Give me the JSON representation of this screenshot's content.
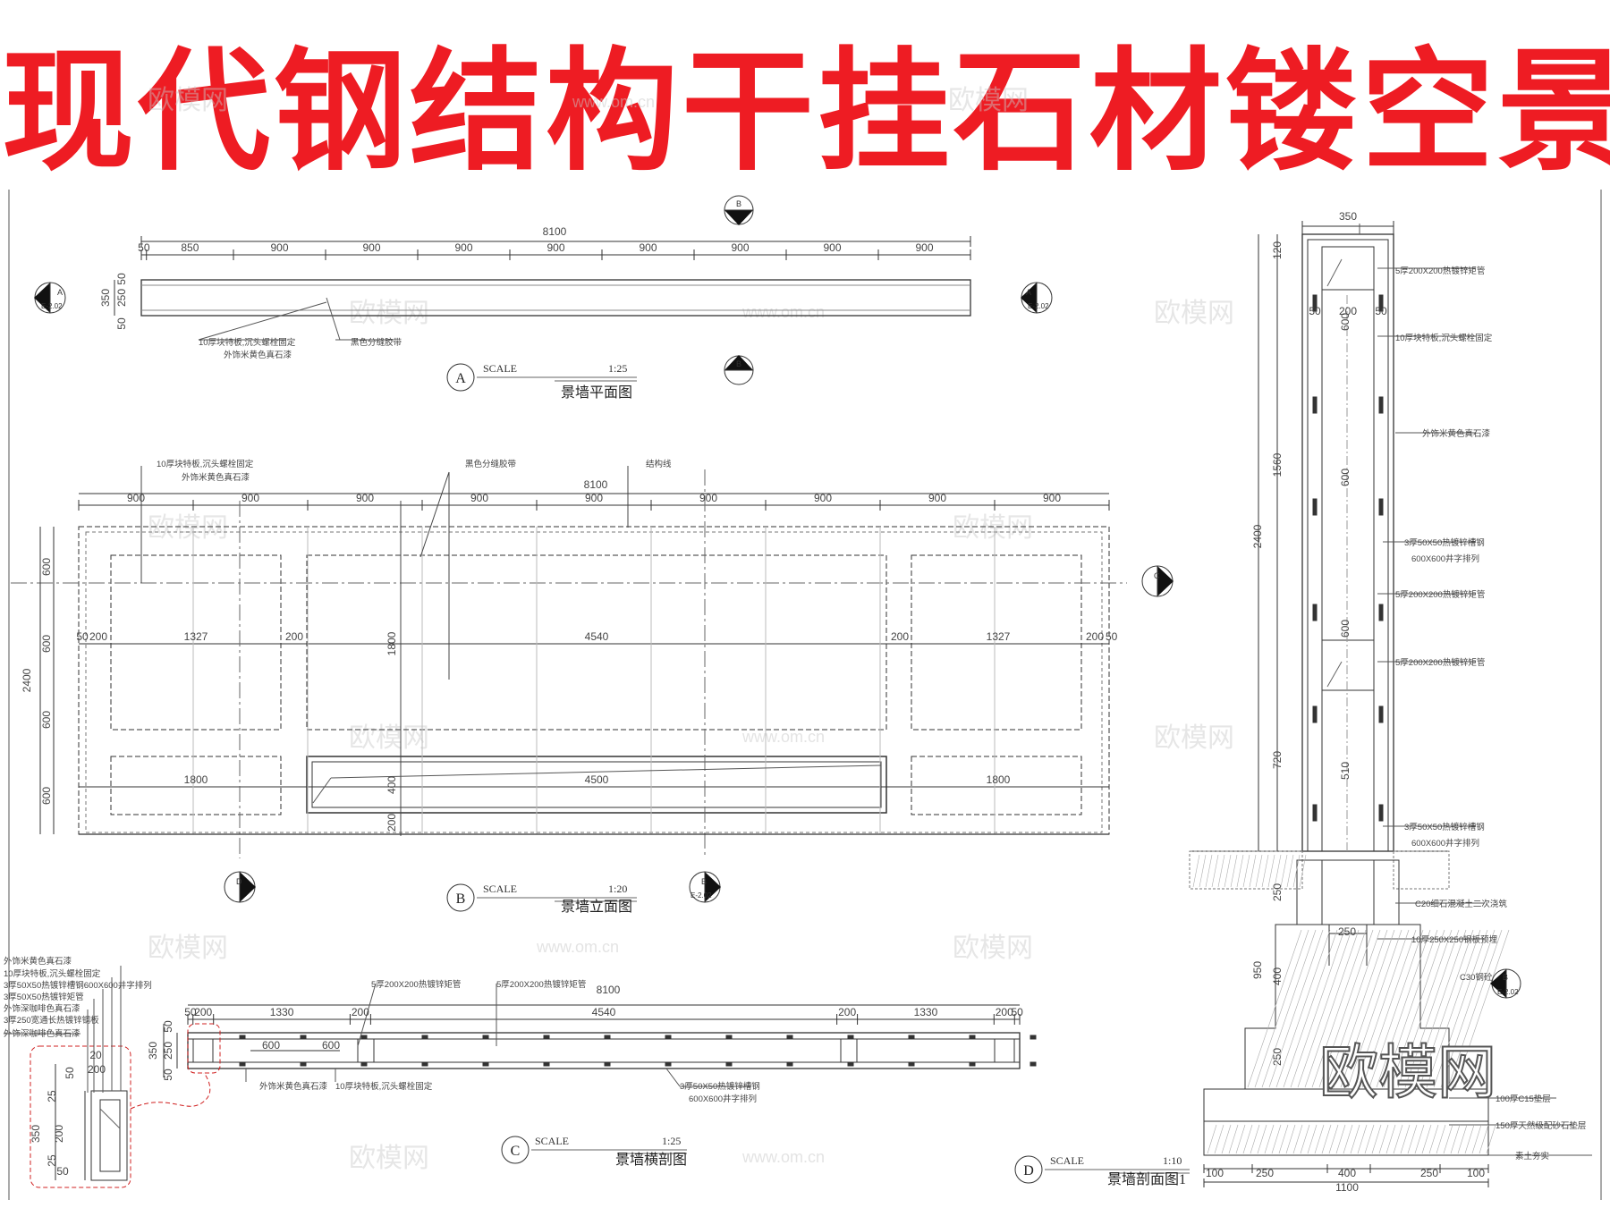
{
  "title": "现代钢结构干挂石材镂空景墙",
  "colors": {
    "title": "#ee1c23",
    "line": "#333333",
    "callout": "#d02020"
  },
  "plan_a": {
    "overall": "8100",
    "segments": [
      "50",
      "850",
      "900",
      "900",
      "900",
      "900",
      "900",
      "900",
      "900",
      "900"
    ],
    "left_dims": [
      "50",
      "350",
      "250",
      "50"
    ],
    "labels": [
      "10厚块特板,沉头螺栓固定",
      "外饰米黄色真石漆",
      "黑色分缝胶带"
    ],
    "caption_letter": "A",
    "scale_word": "SCALE",
    "scale": "1:25",
    "caption": "景墙平面图",
    "section_mark": "A",
    "section_ref": "E-2.02",
    "marker_b": "B"
  },
  "elevation_b": {
    "overall": "8100",
    "segments": [
      "900",
      "900",
      "900",
      "900",
      "900",
      "900",
      "900",
      "900",
      "900"
    ],
    "labels": [
      "10厚块特板,沉头螺栓固定",
      "外饰米黄色真石漆",
      "黑色分缝胶带",
      "结构线"
    ],
    "height_total": "2400",
    "height_parts": [
      "600",
      "600",
      "600",
      "600"
    ],
    "mid_dims": [
      "50",
      "200",
      "1327",
      "200",
      "1800",
      "4540",
      "200",
      "1327",
      "200",
      "50"
    ],
    "lower_dims": [
      "1800",
      "4500",
      "1800",
      "400",
      "200"
    ],
    "caption_letter": "B",
    "scale_word": "SCALE",
    "scale": "1:20",
    "caption": "景墙立面图",
    "marker_c": "C",
    "marker_d": "D",
    "marker_b": "B",
    "marker_ref": "E-2.02"
  },
  "section_c": {
    "overall": "8100",
    "segments": [
      "50",
      "200",
      "1330",
      "200",
      "4540",
      "200",
      "1330",
      "200",
      "50"
    ],
    "left_dims": [
      "50",
      "350",
      "250",
      "50"
    ],
    "inner_dims": [
      "600",
      "600"
    ],
    "labels_top": [
      "5厚200X200热镀锌矩管",
      "5厚200X200热镀锌矩管"
    ],
    "labels_bottom": [
      "外饰米黄色真石漆",
      "10厚块特板,沉头螺栓固定",
      "3厚50X50热镀锌槽钢",
      "600X600井字排列"
    ],
    "detail_labels": [
      "外饰米黄色真石漆",
      "10厚块特板,沉头螺栓固定",
      "3厚50X50热镀锌槽钢600X600井字排列",
      "3厚50X50热镀锌矩管",
      "外饰深咖啡色真石漆",
      "3厚250宽通长热镀锌钢板",
      "外饰深咖啡色真石漆"
    ],
    "detail_dims": [
      "50",
      "20",
      "200",
      "25",
      "350",
      "200",
      "25",
      "50"
    ],
    "caption_letter": "C",
    "scale_word": "SCALE",
    "scale": "1:25",
    "caption": "景墙横剖图"
  },
  "section_d": {
    "top_dim": "350",
    "inner_dims": [
      "50",
      "200",
      "50"
    ],
    "left_dims": [
      "120",
      "1560",
      "2400",
      "720",
      "950",
      "400",
      "250",
      "250"
    ],
    "right_dims": [
      "600",
      "600",
      "600",
      "510"
    ],
    "base_dims": [
      "100",
      "250",
      "400",
      "250",
      "100"
    ],
    "base_total": "1100",
    "pier_dim": "250",
    "labels": [
      "5厚200X200热镀锌矩管",
      "10厚块特板,沉头螺栓固定",
      "外饰米黄色真石漆",
      "3厚50X50热镀锌槽钢",
      "600X600井字排列",
      "5厚200X200热镀锌矩管",
      "5厚200X200热镀锌矩管",
      "3厚50X50热镀锌槽钢",
      "600X600井字排列",
      "C20细石混凝土二次浇筑",
      "10厚250X250钢板预埋",
      "C30钢砼",
      "100厚C15垫层",
      "150厚天然级配砂石垫层",
      "素土夯实"
    ],
    "marker_b": "B",
    "marker_ref": "E-2.02",
    "caption_letter": "D",
    "scale_word": "SCALE",
    "scale": "1:10",
    "caption": "景墙剖面图1"
  },
  "watermarks": [
    "欧模网",
    "www.om.cn"
  ],
  "brand_mark": "欧模网"
}
